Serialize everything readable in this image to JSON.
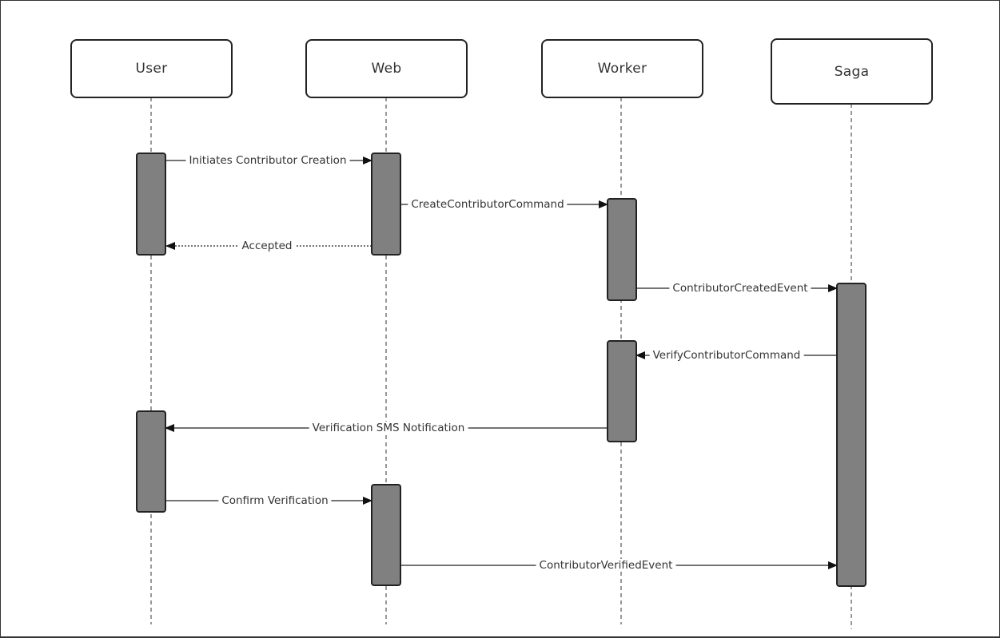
{
  "participants": [
    {
      "id": "user",
      "label": "User"
    },
    {
      "id": "web",
      "label": "Web"
    },
    {
      "id": "worker",
      "label": "Worker"
    },
    {
      "id": "saga",
      "label": "Saga"
    }
  ],
  "messages": [
    {
      "id": "initiates",
      "label": "Initiates Contributor Creation",
      "from": "user",
      "to": "web",
      "style": "solid"
    },
    {
      "id": "create-command",
      "label": "CreateContributorCommand",
      "from": "web",
      "to": "worker",
      "style": "solid"
    },
    {
      "id": "accepted",
      "label": "Accepted",
      "from": "web",
      "to": "user",
      "style": "dotted"
    },
    {
      "id": "created-event",
      "label": "ContributorCreatedEvent",
      "from": "worker",
      "to": "saga",
      "style": "solid"
    },
    {
      "id": "verify-command",
      "label": "VerifyContributorCommand",
      "from": "saga",
      "to": "worker",
      "style": "solid"
    },
    {
      "id": "sms-notification",
      "label": "Verification SMS Notification",
      "from": "worker",
      "to": "user",
      "style": "solid"
    },
    {
      "id": "confirm-verification",
      "label": "Confirm Verification",
      "from": "user",
      "to": "web",
      "style": "solid"
    },
    {
      "id": "verified-event",
      "label": "ContributorVerifiedEvent",
      "from": "web",
      "to": "saga",
      "style": "solid"
    }
  ],
  "colors": {
    "box_border": "#222222",
    "activation_fill": "#808080",
    "line": "#222222",
    "text": "#333333"
  }
}
